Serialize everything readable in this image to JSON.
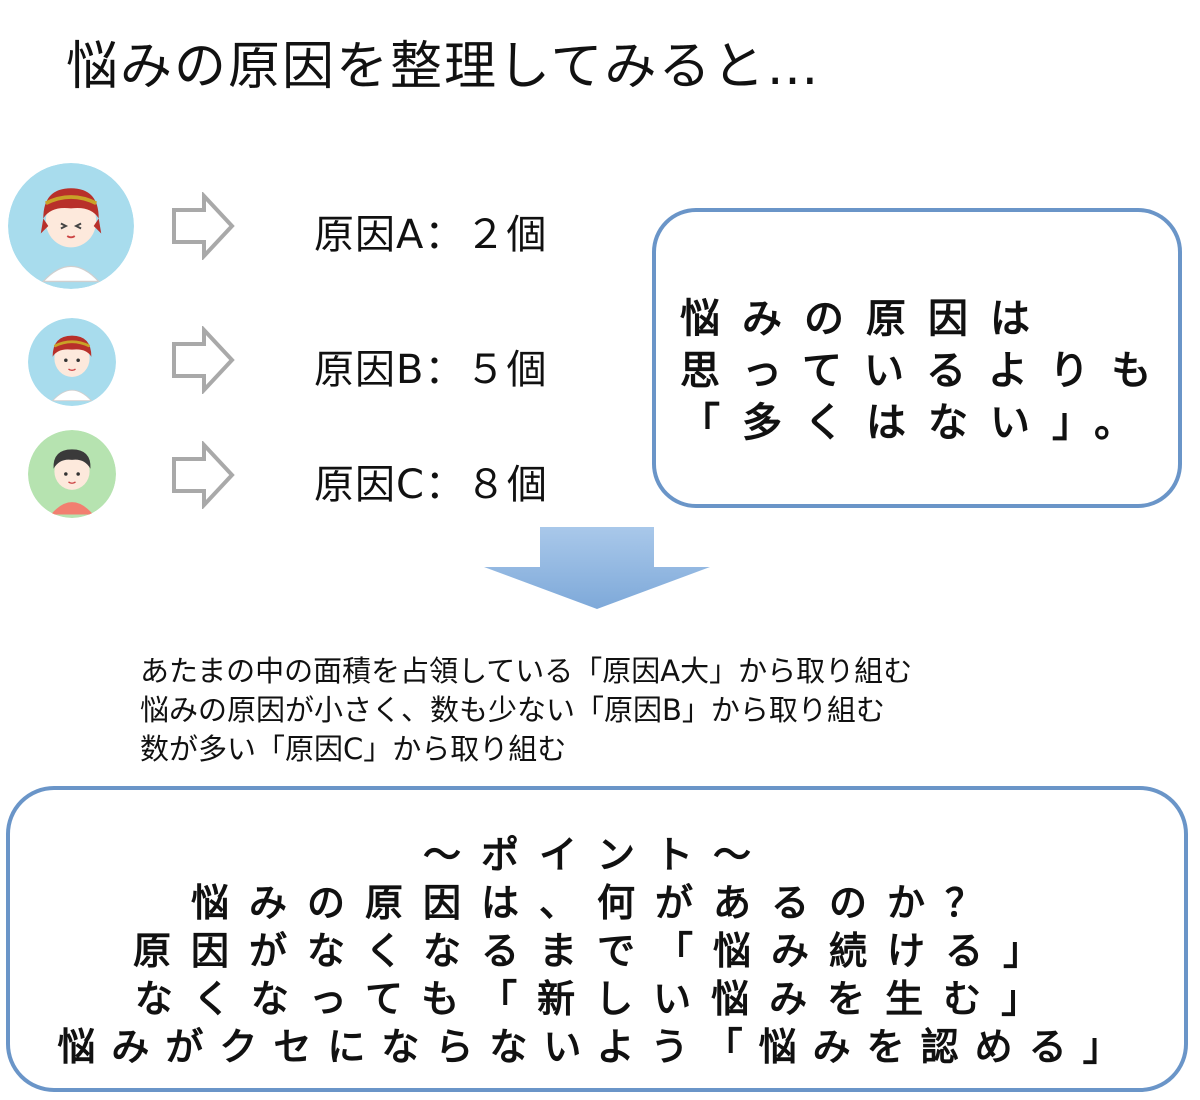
{
  "title": "悩みの原因を整理してみると…",
  "causes": [
    {
      "label": "原因A：２個"
    },
    {
      "label": "原因B：５個"
    },
    {
      "label": "原因C：８個"
    }
  ],
  "bubble": {
    "lines": [
      "悩みの原因は",
      "思っているよりも",
      "「多くはない」。"
    ]
  },
  "steps": [
    "あたまの中の面積を占領している「原因A大」から取り組む",
    "悩みの原因が小さく、数も少ない「原因B」から取り組む",
    "数が多い「原因C」から取り組む"
  ],
  "point": {
    "heading": "～ポイント～",
    "lines": [
      "悩みの原因は、何があるのか？",
      "原因がなくなるまで「悩み続ける」",
      "なくなっても「新しい悩みを生む」",
      "悩みがクセにならないよう「悩みを認める」"
    ]
  },
  "colors": {
    "box_border": "#6a95c8",
    "avatar_bg_blue": "#a8dced",
    "avatar_bg_green": "#b6e3b0",
    "arrow_gray": "#a9a9a9",
    "down_arrow": "#8db5e0"
  }
}
